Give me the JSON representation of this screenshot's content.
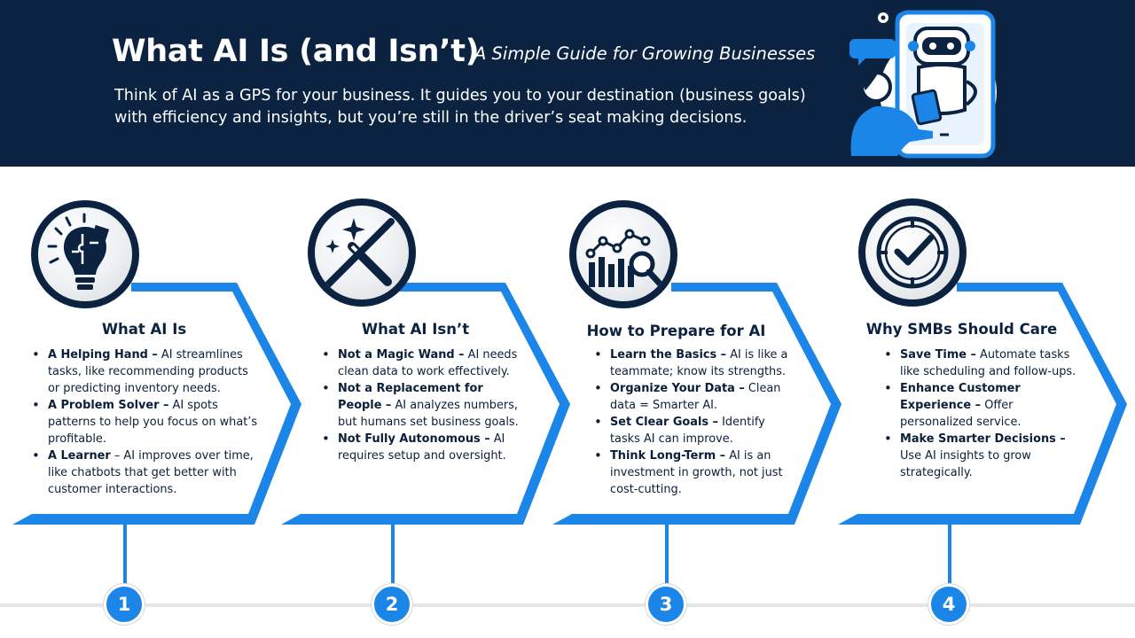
{
  "header": {
    "title": "What AI Is (and Isn’t)",
    "subtitle": "A Simple Guide for Growing Businesses",
    "intro": "Think of AI as a GPS for your business. It guides you to your destination (business goals) with efficiency and insights, but you’re still in the driver’s seat making decisions."
  },
  "colors": {
    "navy": "#0b2340",
    "accent_blue": "#1b86e8",
    "white": "#ffffff"
  },
  "steps": [
    {
      "number": "1",
      "icon": "lightbulb-puzzle-icon",
      "title": "What AI Is",
      "items": [
        {
          "lead": "A Helping Hand –",
          "text": " AI streamlines tasks, like recommending products or predicting inventory needs."
        },
        {
          "lead": "A Problem Solver –",
          "text": " AI spots patterns to help you focus on what’s profitable."
        },
        {
          "lead": "A Learner",
          "text": " – AI improves over time, like chatbots that get better with customer interactions."
        }
      ]
    },
    {
      "number": "2",
      "icon": "no-magic-wand-icon",
      "title": "What AI Isn’t",
      "items": [
        {
          "lead": "Not a Magic Wand –",
          "text": " AI needs clean data to work effectively."
        },
        {
          "lead": "Not a Replacement for People –",
          "text": " AI analyzes numbers, but humans set business goals."
        },
        {
          "lead": "Not Fully Autonomous –",
          "text": " AI requires setup and oversight."
        }
      ]
    },
    {
      "number": "3",
      "icon": "chart-magnifier-icon",
      "title": "How to Prepare for AI",
      "items": [
        {
          "lead": "Learn the Basics –",
          "text": " AI is like a teammate; know its strengths."
        },
        {
          "lead": "Organize Your Data –",
          "text": " Clean data = Smarter AI."
        },
        {
          "lead": "Set Clear Goals –",
          "text": " Identify tasks AI can improve."
        },
        {
          "lead": "Think Long-Term –",
          "text": " AI is an investment in growth, not just cost-cutting."
        }
      ]
    },
    {
      "number": "4",
      "icon": "clock-check-icon",
      "title": "Why SMBs Should Care",
      "items": [
        {
          "lead": "Save Time –",
          "text": " Automate tasks like scheduling and follow-ups."
        },
        {
          "lead": "Enhance Customer Experience –",
          "text": " Offer personalized service."
        },
        {
          "lead": "Make Smarter Decisions –",
          "text": " Use AI insights to grow strategically."
        }
      ]
    }
  ]
}
